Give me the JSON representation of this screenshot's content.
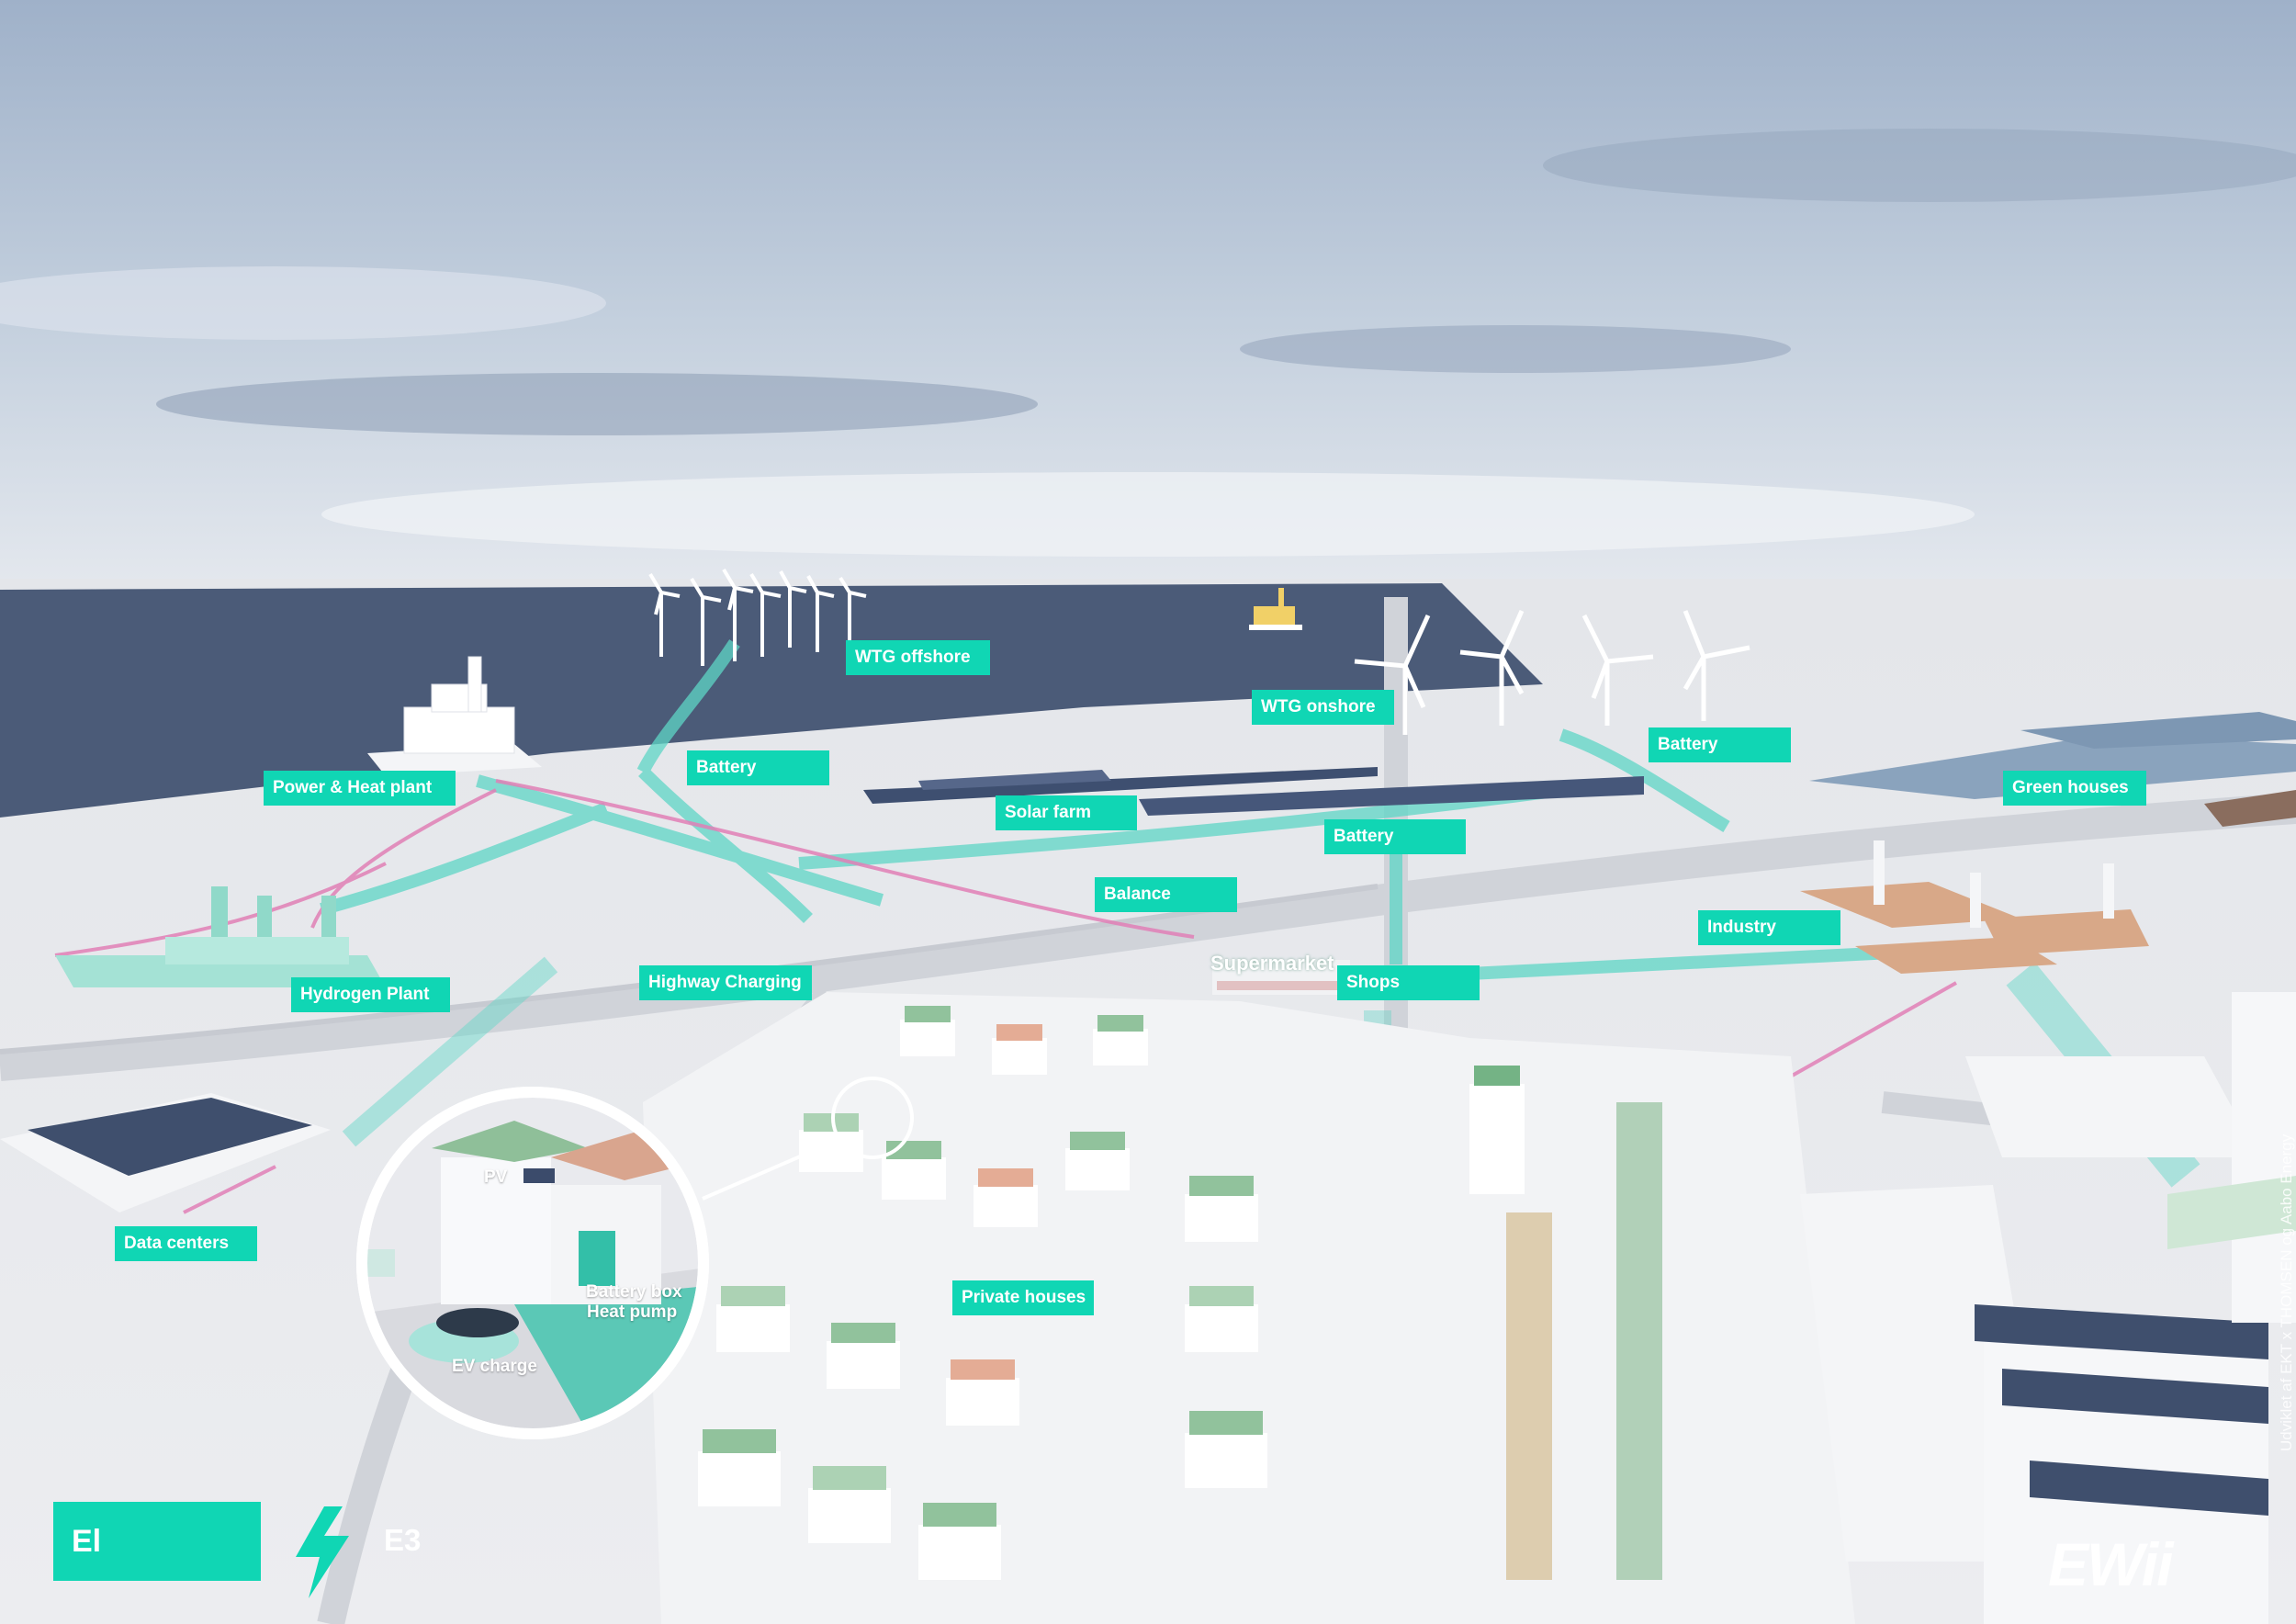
{
  "labels": {
    "wtg_offshore": "WTG offshore",
    "wtg_onshore": "WTG onshore",
    "power_heat_plant": "Power & Heat plant",
    "battery_1": "Battery",
    "battery_2": "Battery",
    "battery_3": "Battery",
    "solar_farm": "Solar farm",
    "green_houses": "Green houses",
    "balance": "Balance",
    "industry": "Industry",
    "hydrogen_plant": "Hydrogen Plant",
    "highway_charging": "Highway Charging",
    "shops": "Shops",
    "data_centers": "Data centers",
    "private_houses": "Private houses"
  },
  "zoom_inset": {
    "pv": "PV",
    "battery_box": "Battery box",
    "heat_pump": "Heat pump",
    "ev_charge": "EV charge"
  },
  "supermarket_sign": "Supermarket",
  "legend": {
    "label": "El",
    "code": "E3",
    "icon": "lightning-bolt-icon"
  },
  "credit": "Udviklet af EKT x THOMSEN og Aabo Energy",
  "logo": "EWii",
  "colors": {
    "accent": "#10d6b4",
    "sea": "#4a5a77",
    "ground": "#e8e9ec",
    "electric_line": "#5ed6c6",
    "pink_line": "#e07fb6",
    "roof_green": "#7fb88d",
    "roof_orange": "#e0a38a"
  }
}
